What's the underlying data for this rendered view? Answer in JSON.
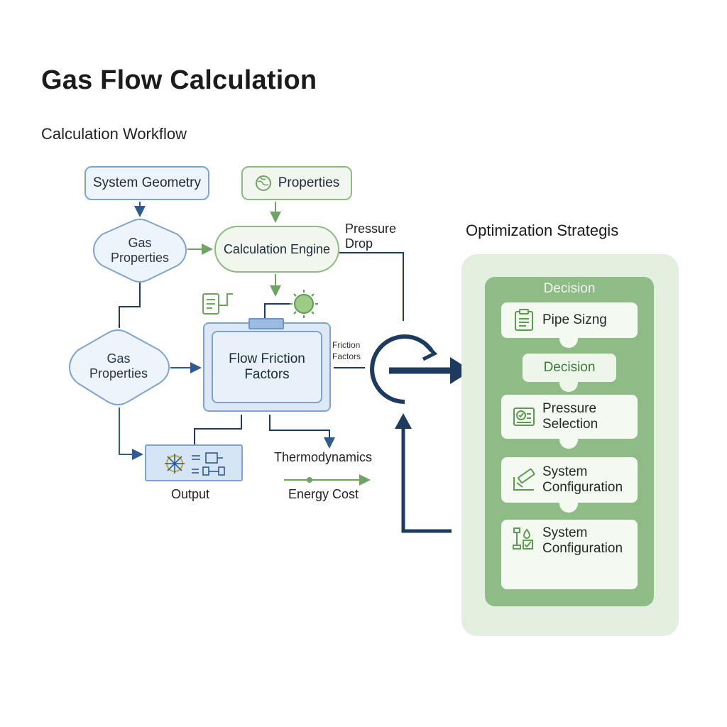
{
  "header": {
    "title": "Gas Flow Calculation",
    "subtitle": "Calculation Workflow"
  },
  "workflow": {
    "system_geometry": "System Geometry",
    "properties": "Properties",
    "gas_properties_top": "Gas Properties",
    "calculation_engine": "Calculation Engine",
    "pressure_drop": "Pressure Drop",
    "gas_properties_mid": "Gas Properties",
    "flow_box": "Flow Friction Factors",
    "friction_factors_small": "Friction Factors",
    "output": "Output",
    "thermodynamics": "Thermodynamics",
    "energy_cost": "Energy Cost"
  },
  "optimization": {
    "title": "Optimization Strategis",
    "panel_header": "Decision",
    "cards": [
      {
        "label": "Pipe Sizng",
        "icon": "clipboard-icon"
      },
      {
        "label": "Decision",
        "icon": ""
      },
      {
        "label": "Pressure Selection",
        "icon": "gauge-chart-icon"
      },
      {
        "label": "System Configuration",
        "icon": "ruler-tool-icon"
      },
      {
        "label": "System Configuration",
        "icon": "checklist-tool-icon"
      }
    ]
  },
  "colors": {
    "blue_accent": "#7ea3cf",
    "green_accent": "#8dbb80",
    "navy_arrow": "#1e3a5f",
    "panel_green": "#8fbb86"
  }
}
